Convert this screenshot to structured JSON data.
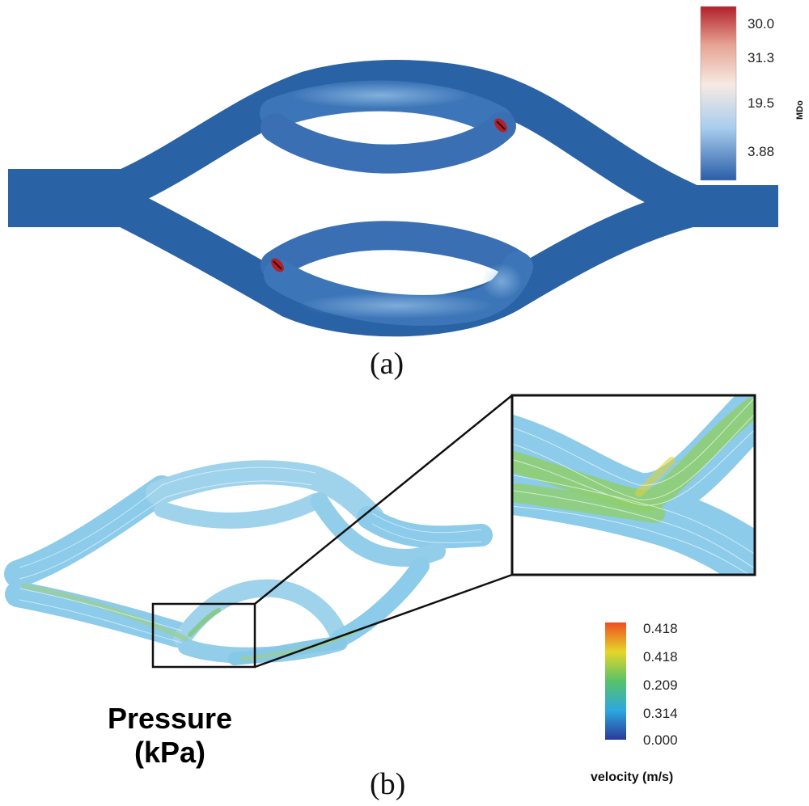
{
  "panel_a": {
    "label": "(a)",
    "colorbar": {
      "title": "MDo",
      "ticks": [
        "30.0",
        "31.3",
        "19.5",
        "3.88"
      ],
      "colors": [
        "#2a5ea7",
        "#a8cdee",
        "#f6eae3",
        "#e6a393",
        "#b2202a"
      ]
    }
  },
  "panel_b": {
    "label": "(b)",
    "pressure_label_line1": "Pressure",
    "pressure_label_line2": "(kPa)",
    "colorbar": {
      "title": "velocity (m/s)",
      "ticks": [
        "0.418",
        "0.418",
        "0.209",
        "0.314",
        "0.000"
      ],
      "colors": [
        "#2a3a9a",
        "#2ca8e0",
        "#58c26a",
        "#e6d52a",
        "#ef4f20"
      ]
    }
  },
  "colors": {
    "vessel_dark": "#2a62a6",
    "vessel_light": "#9ec7ea",
    "streamline": "#7fc6e8",
    "outline": "#111111"
  }
}
